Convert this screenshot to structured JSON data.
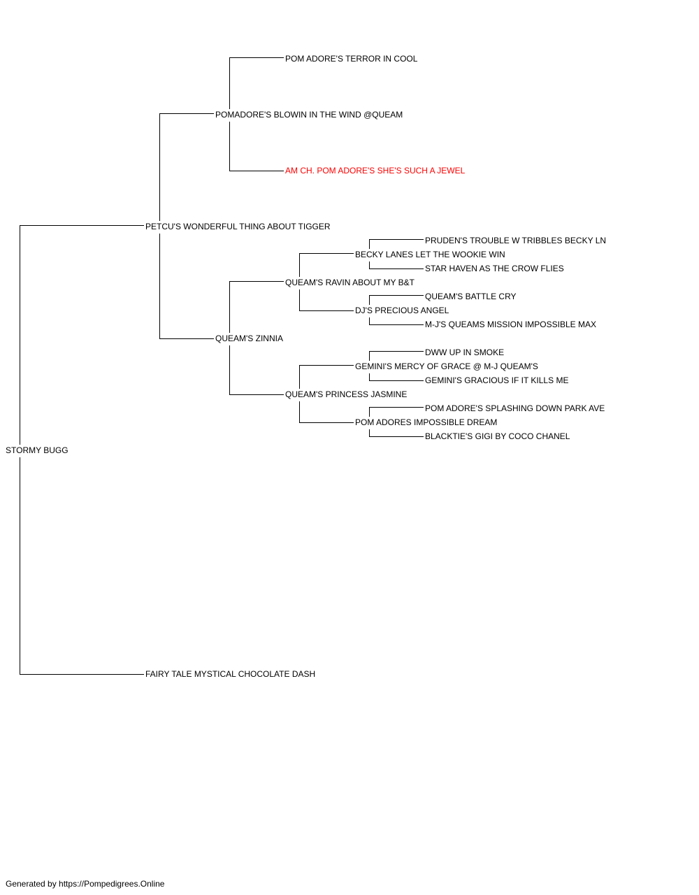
{
  "pedigree": {
    "subject": "STORMY BUGG",
    "sire": "PETCU'S WONDERFUL THING ABOUT TIGGER",
    "dam": "FAIRY TALE MYSTICAL CHOCOLATE DASH",
    "sire_sire": "POMADORE'S BLOWIN IN THE WIND @QUEAM",
    "sire_dam": "QUEAM'S ZINNIA",
    "sire_sire_sire": "POM ADORE'S TERROR IN COOL",
    "sire_sire_dam": "AM CH. POM ADORE'S SHE'S SUCH A JEWEL",
    "sire_dam_sire": "QUEAM'S RAVIN ABOUT MY B&T",
    "sire_dam_dam": "QUEAM'S PRINCESS JASMINE",
    "sire_dam_sire_sire": "BECKY LANES LET THE WOOKIE WIN",
    "sire_dam_sire_dam": "DJ'S PRECIOUS ANGEL",
    "sire_dam_dam_sire": "GEMINI'S MERCY OF GRACE @ M-J QUEAM'S",
    "sire_dam_dam_dam": "POM ADORES IMPOSSIBLE DREAM",
    "sire_dam_sire_sire_sire": "PRUDEN'S TROUBLE W TRIBBLES BECKY LN",
    "sire_dam_sire_sire_dam": "STAR HAVEN AS THE CROW FLIES",
    "sire_dam_sire_dam_sire": "QUEAM'S BATTLE CRY",
    "sire_dam_sire_dam_dam": "M-J'S QUEAMS MISSION IMPOSSIBLE MAX",
    "sire_dam_dam_sire_sire": "DWW UP IN SMOKE",
    "sire_dam_dam_sire_dam": "GEMINI'S GRACIOUS IF IT KILLS ME",
    "sire_dam_dam_dam_sire": "POM ADORE'S SPLASHING DOWN PARK AVE",
    "sire_dam_dam_dam_dam": "BLACKTIE'S GIGI BY COCO CHANEL"
  },
  "footer": "Generated by https://Pompedigrees.Online",
  "colors": {
    "text": "#000000",
    "champion": "#ff0000",
    "line": "#000000"
  }
}
